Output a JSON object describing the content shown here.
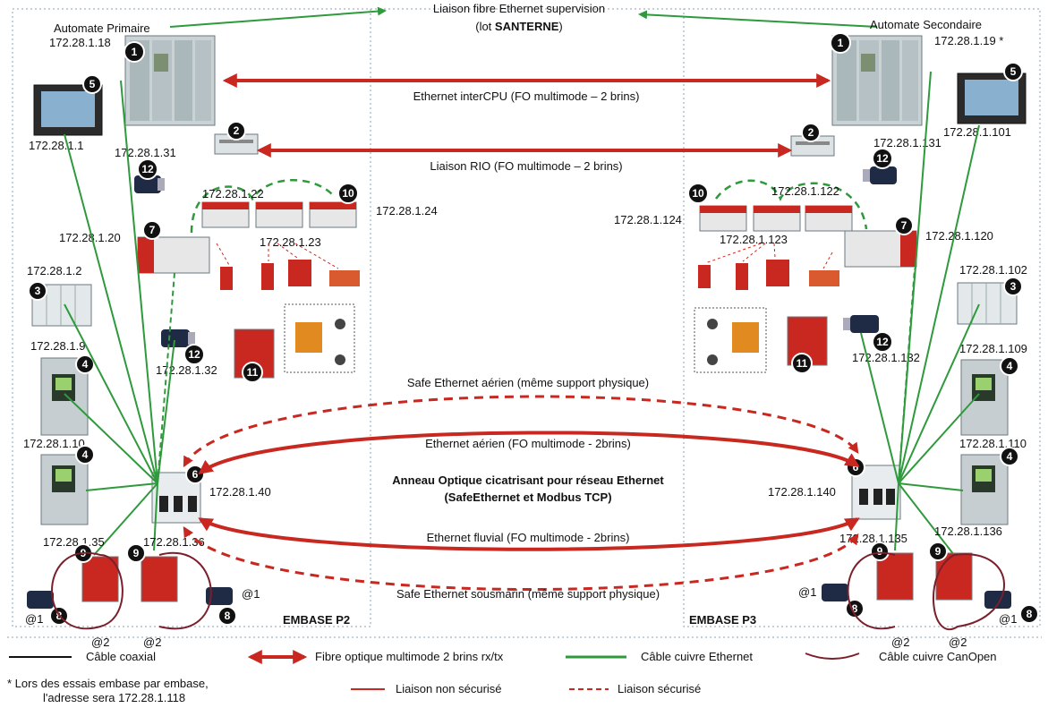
{
  "header": {
    "title_line1": "Liaison fibre Ethernet supervision",
    "title_line2_prefix": "(lot ",
    "title_line2_bold": "SANTERNE",
    "title_line2_suffix": ")"
  },
  "primary": {
    "name": "Automate Primaire",
    "ip_cpu": "172.28.1.18",
    "ip_rio": "172.28.1.31",
    "ip_hmi": "172.28.1.1",
    "ip_io": "172.28.1.2",
    "ip_drive1": "172.28.1.9",
    "ip_drive2": "172.28.1.10",
    "ip_switch": "172.28.1.40",
    "ip_safety_a": "172.28.1.22",
    "ip_safety_b": "172.28.1.23",
    "ip_safety_c": "172.28.1.24",
    "ip_safety_master": "172.28.1.20",
    "ip_motor_small": "172.28.1.32",
    "ip_can1": "172.28.1.35",
    "ip_can2": "172.28.1.36",
    "base_label": "EMBASE P2"
  },
  "secondary": {
    "name": "Automate Secondaire",
    "ip_cpu": "172.28.1.19 *",
    "ip_rio": "172.28.1.131",
    "ip_hmi": "172.28.1.101",
    "ip_io": "172.28.1.102",
    "ip_drive1": "172.28.1.109",
    "ip_drive2": "172.28.1.110",
    "ip_switch": "172.28.1.140",
    "ip_safety_a": "172.28.1.122",
    "ip_safety_b": "172.28.1.123",
    "ip_safety_c": "172.28.1.124",
    "ip_safety_master": "172.28.1.120",
    "ip_motor_small": "172.28.1.132",
    "ip_can1": "172.28.1.135",
    "ip_can2": "172.28.1.136",
    "base_label": "EMBASE P3"
  },
  "links": {
    "intercpu": "Ethernet interCPU (FO multimode – 2 brins)",
    "rio": "Liaison RIO (FO multimode – 2 brins)",
    "safe_aerien": "Safe Ethernet aérien (même support physique)",
    "eth_aerien": "Ethernet aérien (FO multimode - 2brins)",
    "ring_line1": "Anneau Optique cicatrisant pour réseau Ethernet",
    "ring_line2": "(SafeEthernet et Modbus TCP)",
    "eth_fluvial": "Ethernet fluvial (FO multimode - 2brins)",
    "safe_sousmarin": "Safe Ethernet sousmarin (même support physique)"
  },
  "can_address": "@1",
  "can_address2": "@2",
  "legend": {
    "coax": "Câble coaxial",
    "fibre": "Fibre optique multimode 2 brins rx/tx",
    "copper": "Câble cuivre Ethernet",
    "canopen": "Câble cuivre CanOpen",
    "non_secure": "Liaison non sécurisé",
    "secure": "Liaison sécurisé"
  },
  "footnote": {
    "line1": "* Lors des essais embase par embase,",
    "line2": "l'adresse sera 172.28.1.118"
  },
  "colors": {
    "fibre": "#c8281f",
    "copper": "#2e9a3c",
    "canopen": "#7a1f2b",
    "coax": "#111111",
    "frame": "#8aa0b4"
  }
}
